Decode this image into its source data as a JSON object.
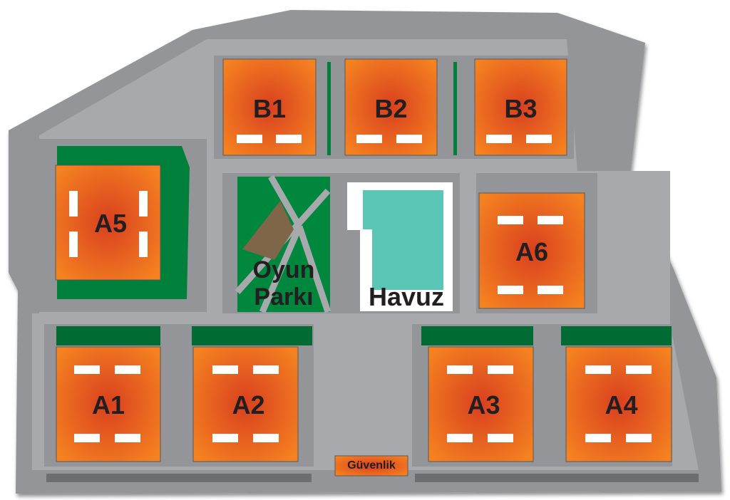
{
  "title": "Site plan",
  "blocks": {
    "b1": "B1",
    "b2": "B2",
    "b3": "B3",
    "a1": "A1",
    "a2": "A2",
    "a3": "A3",
    "a4": "A4",
    "a5": "A5",
    "a6": "A6"
  },
  "areas": {
    "playground_line1": "Oyun",
    "playground_line2": "Parkı",
    "pool": "Havuz",
    "security": "Güvenlik"
  },
  "colors": {
    "ground": "#a7a9ac",
    "ground_dark": "#939598",
    "green": "#00803a",
    "building_edge": "#f58220",
    "building_center": "#d9401f",
    "pool": "#5bc5b6"
  }
}
